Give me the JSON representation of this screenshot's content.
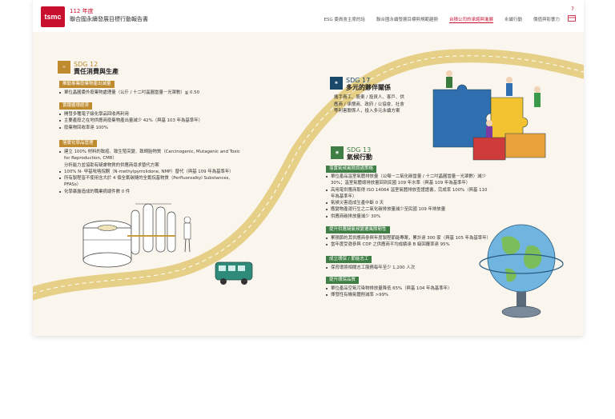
{
  "header": {
    "logo_text": "tsmc",
    "year": "112 年度",
    "report_title": "聯合國永續發展目標行動報告書",
    "page_number": "7",
    "nav": [
      {
        "label": "ESG 委員會主席的話"
      },
      {
        "label": "聯合國永續發展目標與規範趨勢"
      },
      {
        "label": "台積公司的承諾與進展"
      },
      {
        "label": "永續行動"
      },
      {
        "label": "價值與影響力"
      }
    ]
  },
  "sdg12": {
    "badge": "SDG 12",
    "title": "責任消費與生產",
    "color": "#bf8b2e",
    "sections": [
      {
        "tag": "推動事業廢棄物產出減量",
        "items": [
          "單位晶圓委外廢棄物處理量（公斤 / 十二吋晶圓當量－光罩數）≦ 0.50"
        ]
      },
      {
        "tag": "實踐循環經濟",
        "items": [
          "開發多種電子級化學品回收再利用",
          "主要產廢之在地供應商廢棄物產出量減少 42%（與基 103 年為基準年）",
          "廢棄物回收率達 100%"
        ]
      },
      {
        "tag": "落實化學品管理",
        "items": [
          "建立 100% 材料的致癌、致生殖突變、致畸胎物質（Carcinogenic, Mutagenic and Toxic for Reproduction, CMR）",
          "分析能力並協助有疑慮物質的供應商尋求替代方案",
          "100% N- 甲基吡咯烷酮（N-methylpyrrolidone, NMP）替代（與基 109 年為基準年）",
          "所有製程皆不使用含大於 4 個全氟碳鏈的全氟烷基物質（Perfluoroalkyl Substances, PFASs）",
          "化學暴露造成的職業病總件數 0 件"
        ]
      }
    ]
  },
  "sdg17": {
    "badge": "SDG 17",
    "title": "多元的夥伴關係",
    "color": "#19486a",
    "text": "攜手員工、股東 / 投資人、客戶、供應商 / 承攬商、政府 / 公協會、社會等利害關係人，投入多元永續方案"
  },
  "sdg13": {
    "badge": "SDG 13",
    "title": "氣候行動",
    "color": "#3f7e44",
    "sections": [
      {
        "tag": "落實氣候風險調適策略",
        "items": [
          "單位產品溫室氣體排放量（公噸－二氧化碳當量 / 十二吋晶圓當量－光罩數）減少 30%；溫室氣體總排放量回到民國 109 年水準（與基 109 年為基準年）",
          "高用電供應商取得 ISO 14064 溫室氣體排放查證證書，完成率 100%（與基 110 年為基準年）",
          "氣候災害造成生產中斷 0 天",
          "應變物產運行生之二氧化碳排放量減少至民國 109 年排放量",
          "供應商碳排放量減少 30%"
        ]
      },
      {
        "tag": "提升供應鏈氣候變遷風險韌性",
        "items": [
          "累積節約其供應商參與年度製程節能專案，累計達 300 家（與基 105 年為基準年）",
          "當年度受邀參與 CDP 之供應商平均成績達 B 級回覆率達 95%"
        ]
      },
      {
        "tag": "成立環保 / 節能志工",
        "items": [
          "保育環境相關志工服務每年至少 1,200 人次"
        ]
      },
      {
        "tag": "提升環保品質",
        "items": [
          "單位產品空氣污染物排放量降低 65%（與基 104 年為基準年）",
          "揮發性有機氣體削減率 >99%"
        ]
      }
    ]
  }
}
